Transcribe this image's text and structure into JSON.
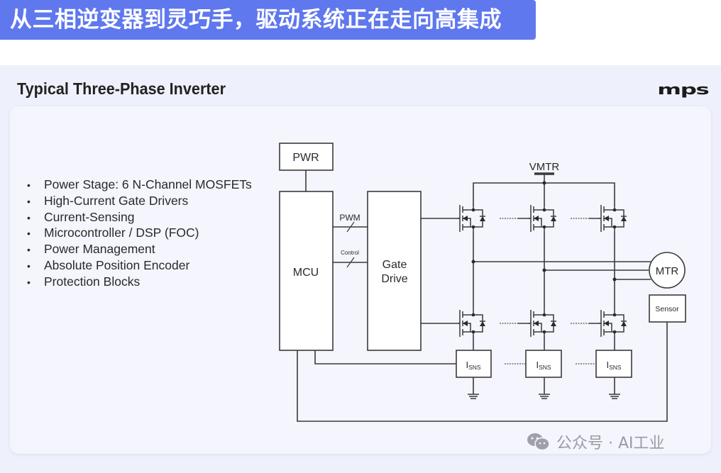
{
  "title_bar": {
    "text": "从三相逆变器到灵巧手，驱动系统正在走向高集成",
    "background": "#5f78ee"
  },
  "slide": {
    "heading": "Typical Three-Phase Inverter",
    "logo": "mps",
    "bullets": [
      "Power Stage: 6 N-Channel MOSFETs",
      "High-Current Gate Drivers",
      "Current-Sensing",
      "Microcontroller / DSP (FOC)",
      "Power Management",
      "Absolute Position Encoder",
      "Protection Blocks"
    ]
  },
  "diagram": {
    "blocks": {
      "pwr": "PWR",
      "mcu": "MCU",
      "gate_drive_line1": "Gate",
      "gate_drive_line2": "Drive",
      "motor": "MTR",
      "sensor": "Sensor",
      "supply": "VMTR"
    },
    "signals": {
      "pwm": "PWM",
      "control": "Control"
    },
    "current_sense": {
      "main": "I",
      "sub": "SNS",
      "count": 3
    },
    "mosfet_count": 6
  },
  "watermark": {
    "icon": "wechat-icon",
    "text": "公众号 · AI工业"
  }
}
